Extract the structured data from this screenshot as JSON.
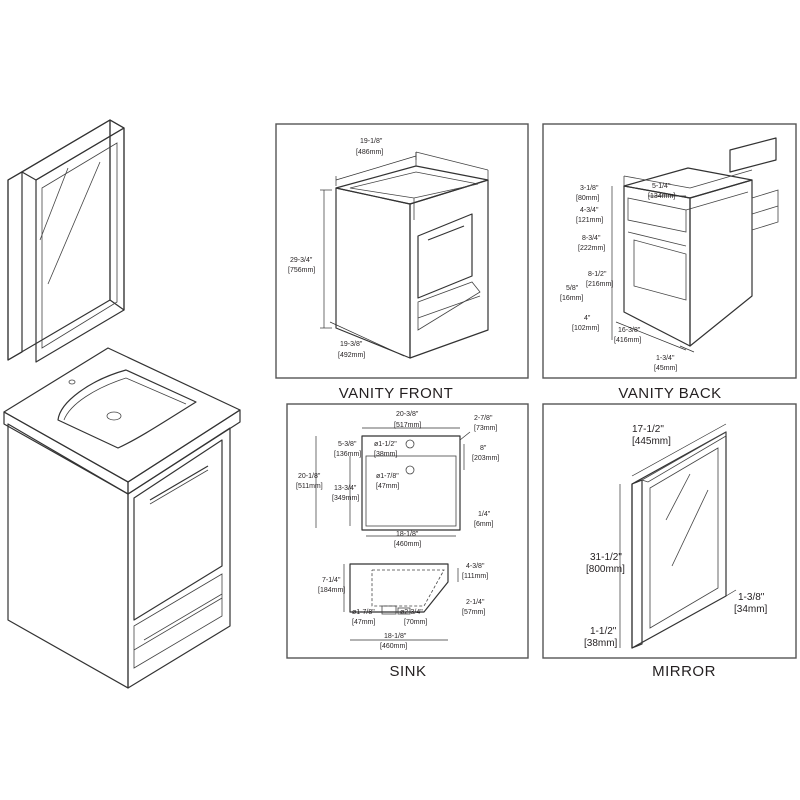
{
  "captions": {
    "vanity_front": "VANITY FRONT",
    "vanity_back": "VANITY BACK",
    "sink": "SINK",
    "mirror": "MIRROR"
  },
  "vanity_front": {
    "width_in": "19-1/8\"",
    "width_mm": "[486mm]",
    "height_in": "29-3/4\"",
    "height_mm": "[756mm]",
    "depth_in": "19-3/8\"",
    "depth_mm": "[492mm]"
  },
  "vanity_back": {
    "a_in": "3-1/8\"",
    "a_mm": "[80mm]",
    "b_in": "4-3/4\"",
    "b_mm": "[121mm]",
    "c_in": "5-1/4\"",
    "c_mm": "[134mm]",
    "d_in": "8-3/4\"",
    "d_mm": "[222mm]",
    "e_in": "8-1/2\"",
    "e_mm": "[216mm]",
    "f_in": "5/8\"",
    "f_mm": "[16mm]",
    "g_in": "4\"",
    "g_mm": "[102mm]",
    "h_in": "16-3/8\"",
    "h_mm": "[416mm]",
    "i_in": "1-3/4\"",
    "i_mm": "[45mm]"
  },
  "sink": {
    "width_in": "20-3/8\"",
    "width_mm": "[517mm]",
    "side_in": "2-7/8\"",
    "side_mm": "[73mm]",
    "front_in": "5-3/8\"",
    "front_mm": "[136mm]",
    "faucet_in": "ø1-1/2\"",
    "faucet_mm": "[38mm]",
    "drain_off_in": "8\"",
    "drain_off_mm": "[203mm]",
    "depth_in": "20-1/8\"",
    "depth_mm": "[511mm]",
    "drain_in": "ø1-7/8\"",
    "drain_mm": "[47mm]",
    "basin_depth_in": "13-3/4\"",
    "basin_depth_mm": "[349mm]",
    "rim_in": "1/4\"",
    "rim_mm": "[6mm]",
    "basin_w_in": "18-1/8\"",
    "basin_w_mm": "[460mm]",
    "sec_height_in": "7-1/4\"",
    "sec_height_mm": "[184mm]",
    "sec_basin_in": "4-3/8\"",
    "sec_basin_mm": "[111mm]",
    "sec_drain_h_in": "2-1/4\"",
    "sec_drain_h_mm": "[57mm]",
    "sec_drain_in": "ø1-7/8\"",
    "sec_drain_mm": "[47mm]",
    "sec_pipe_in": "ø2-3/4\"",
    "sec_pipe_mm": "[70mm]",
    "sec_width_in": "18-1/8\"",
    "sec_width_mm": "[460mm]"
  },
  "mirror": {
    "width_in": "17-1/2\"",
    "width_mm": "[445mm]",
    "height_in": "31-1/2\"",
    "height_mm": "[800mm]",
    "depth_in": "1-3/8\"",
    "depth_mm": "[34mm]",
    "gap_in": "1-1/2\"",
    "gap_mm": "[38mm]"
  }
}
